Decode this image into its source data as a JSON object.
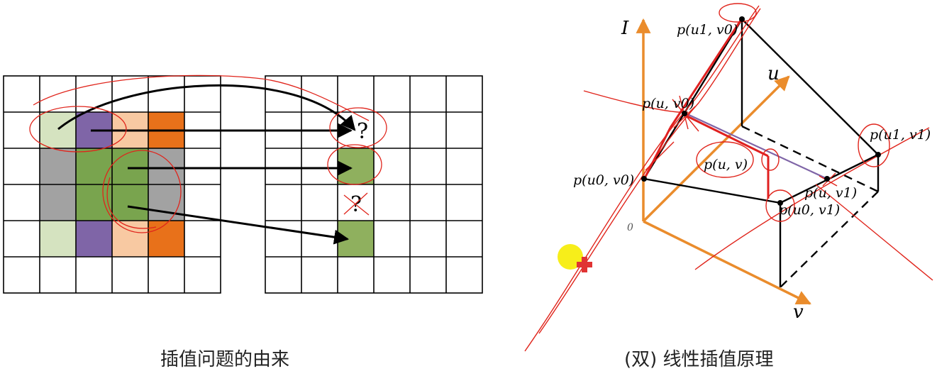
{
  "captions": {
    "left": "插值问题的由来",
    "right": "(双) 线性插值原理"
  },
  "left_figure": {
    "question_mark": "?",
    "colors": {
      "light_green": "#d5e3c0",
      "purple": "#7f65a7",
      "peach": "#f8c9a2",
      "orange": "#e8711a",
      "gray": "#a2a2a2",
      "green": "#79a44e",
      "target_green": "#8fb05e",
      "annotation_red": "#e0241b"
    }
  },
  "right_figure": {
    "axes": {
      "i": "I",
      "u": "u",
      "v": "v",
      "origin": "0"
    },
    "points": {
      "p_u1_v0": "p(u1, v0)",
      "p_u_v0": "p(u, v0)",
      "p_u1_v1": "p(u1, v1)",
      "p_u0_v0": "p(u0, v0)",
      "p_u_v": "p(u, v)",
      "p_u_v1": "p(u, v1)",
      "p_u0_v1": "p(u0, v1)"
    },
    "colors": {
      "axis_orange": "#ea8c2c",
      "cursor_yellow": "#f7ee1a",
      "cursor_red": "#e03333"
    }
  }
}
